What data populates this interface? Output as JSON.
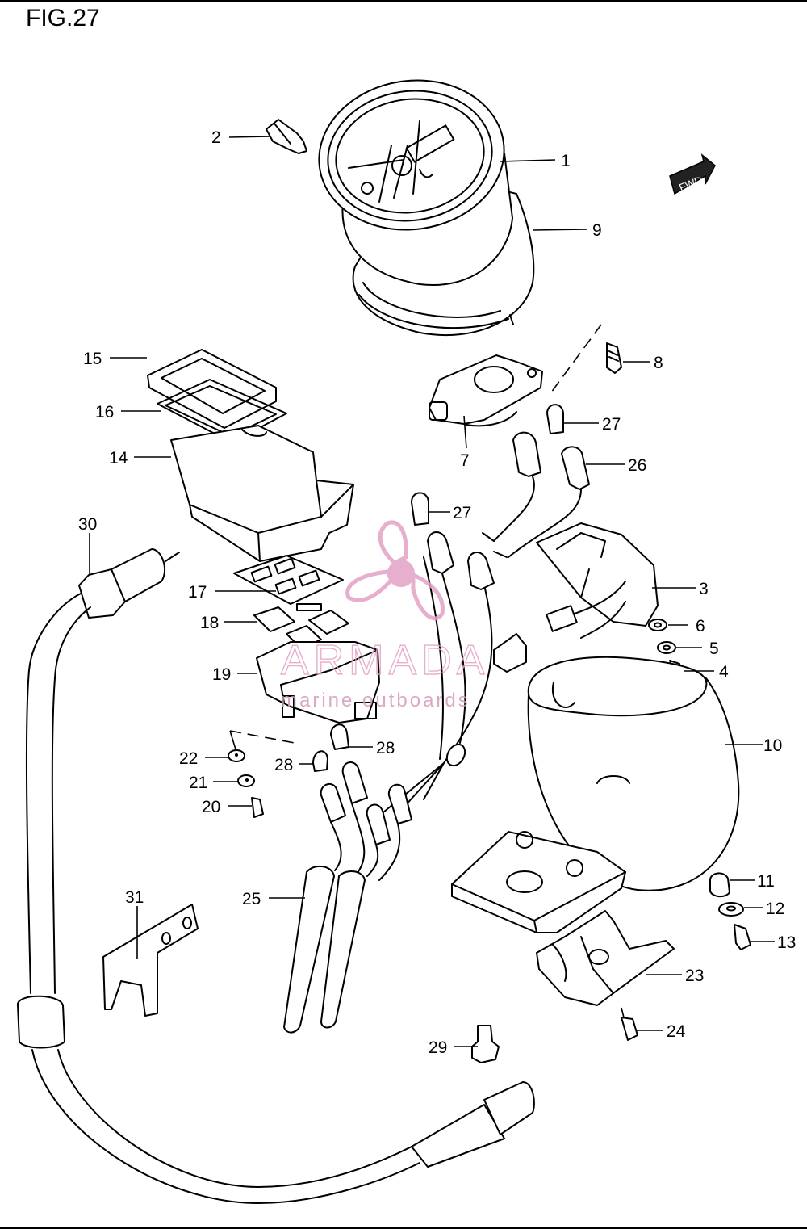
{
  "figure": {
    "title": "FIG.27"
  },
  "fwd_badge": {
    "label": "FWD"
  },
  "watermark": {
    "brand": "ARMADA",
    "tagline": "marine outboards",
    "color": "#e3a2c6"
  },
  "callouts": [
    {
      "id": "c1",
      "label": "1"
    },
    {
      "id": "c2",
      "label": "2"
    },
    {
      "id": "c3",
      "label": "3"
    },
    {
      "id": "c4",
      "label": "4"
    },
    {
      "id": "c5",
      "label": "5"
    },
    {
      "id": "c6",
      "label": "6"
    },
    {
      "id": "c7",
      "label": "7"
    },
    {
      "id": "c8",
      "label": "8"
    },
    {
      "id": "c9",
      "label": "9"
    },
    {
      "id": "c10",
      "label": "10"
    },
    {
      "id": "c11",
      "label": "11"
    },
    {
      "id": "c12",
      "label": "12"
    },
    {
      "id": "c13",
      "label": "13"
    },
    {
      "id": "c14",
      "label": "14"
    },
    {
      "id": "c15",
      "label": "15"
    },
    {
      "id": "c16",
      "label": "16"
    },
    {
      "id": "c17",
      "label": "17"
    },
    {
      "id": "c18",
      "label": "18"
    },
    {
      "id": "c19",
      "label": "19"
    },
    {
      "id": "c20",
      "label": "20"
    },
    {
      "id": "c21",
      "label": "21"
    },
    {
      "id": "c22",
      "label": "22"
    },
    {
      "id": "c23",
      "label": "23"
    },
    {
      "id": "c24",
      "label": "24"
    },
    {
      "id": "c25",
      "label": "25"
    },
    {
      "id": "c26",
      "label": "26"
    },
    {
      "id": "c27a",
      "label": "27"
    },
    {
      "id": "c27b",
      "label": "27"
    },
    {
      "id": "c28a",
      "label": "28"
    },
    {
      "id": "c28b",
      "label": "28"
    },
    {
      "id": "c29",
      "label": "29"
    },
    {
      "id": "c30",
      "label": "30"
    },
    {
      "id": "c31",
      "label": "31"
    }
  ]
}
